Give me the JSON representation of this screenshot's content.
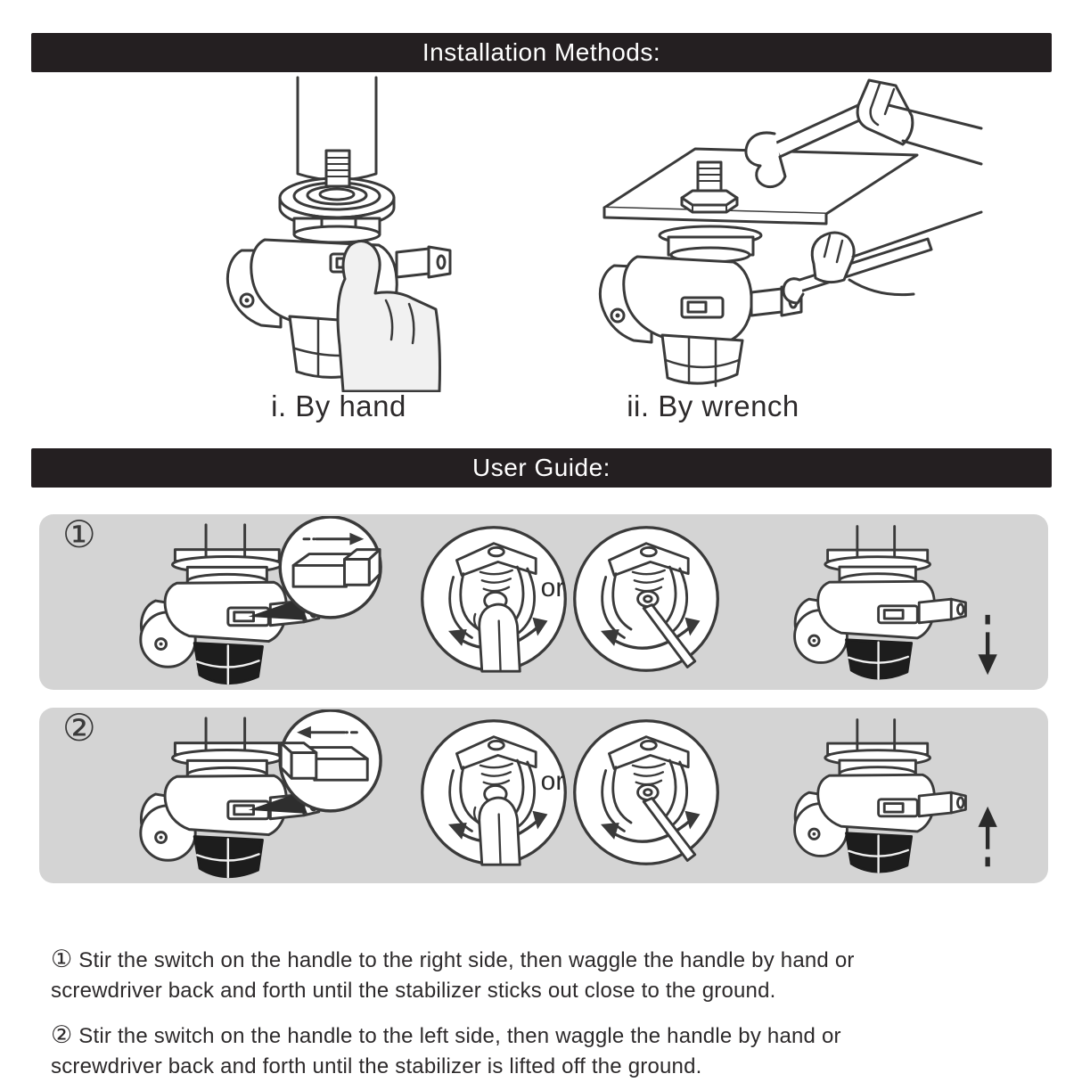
{
  "banners": {
    "installation": "Installation Methods:",
    "user_guide": "User Guide:"
  },
  "installation_methods": [
    {
      "caption": "i. By hand",
      "illustration": "caster-adjusted-by-hand"
    },
    {
      "caption": "ii. By wrench",
      "illustration": "caster-bolted-with-wrench"
    }
  ],
  "user_guide_steps": [
    {
      "number": "①",
      "or_label": "or",
      "switch_arrow": "right",
      "motion_arrow": "down"
    },
    {
      "number": "②",
      "or_label": "or",
      "switch_arrow": "left",
      "motion_arrow": "up"
    }
  ],
  "instructions": [
    {
      "marker": "①",
      "text": " Stir the switch on the handle to the right side, then waggle the handle by hand or screwdriver back and forth until the stabilizer sticks out close to the ground."
    },
    {
      "marker": "②",
      "text": " Stir the switch on the handle to the left side, then waggle the handle by hand or screwdriver back and forth until the stabilizer is lifted off the ground."
    }
  ],
  "colors": {
    "banner_bg": "#241f21",
    "banner_text": "#ffffff",
    "panel_bg": "#d4d4d4",
    "line_ink": "#3a3a3a",
    "stabilizer_foot": "#1d1d1d",
    "body_text": "#2d2a2b"
  }
}
